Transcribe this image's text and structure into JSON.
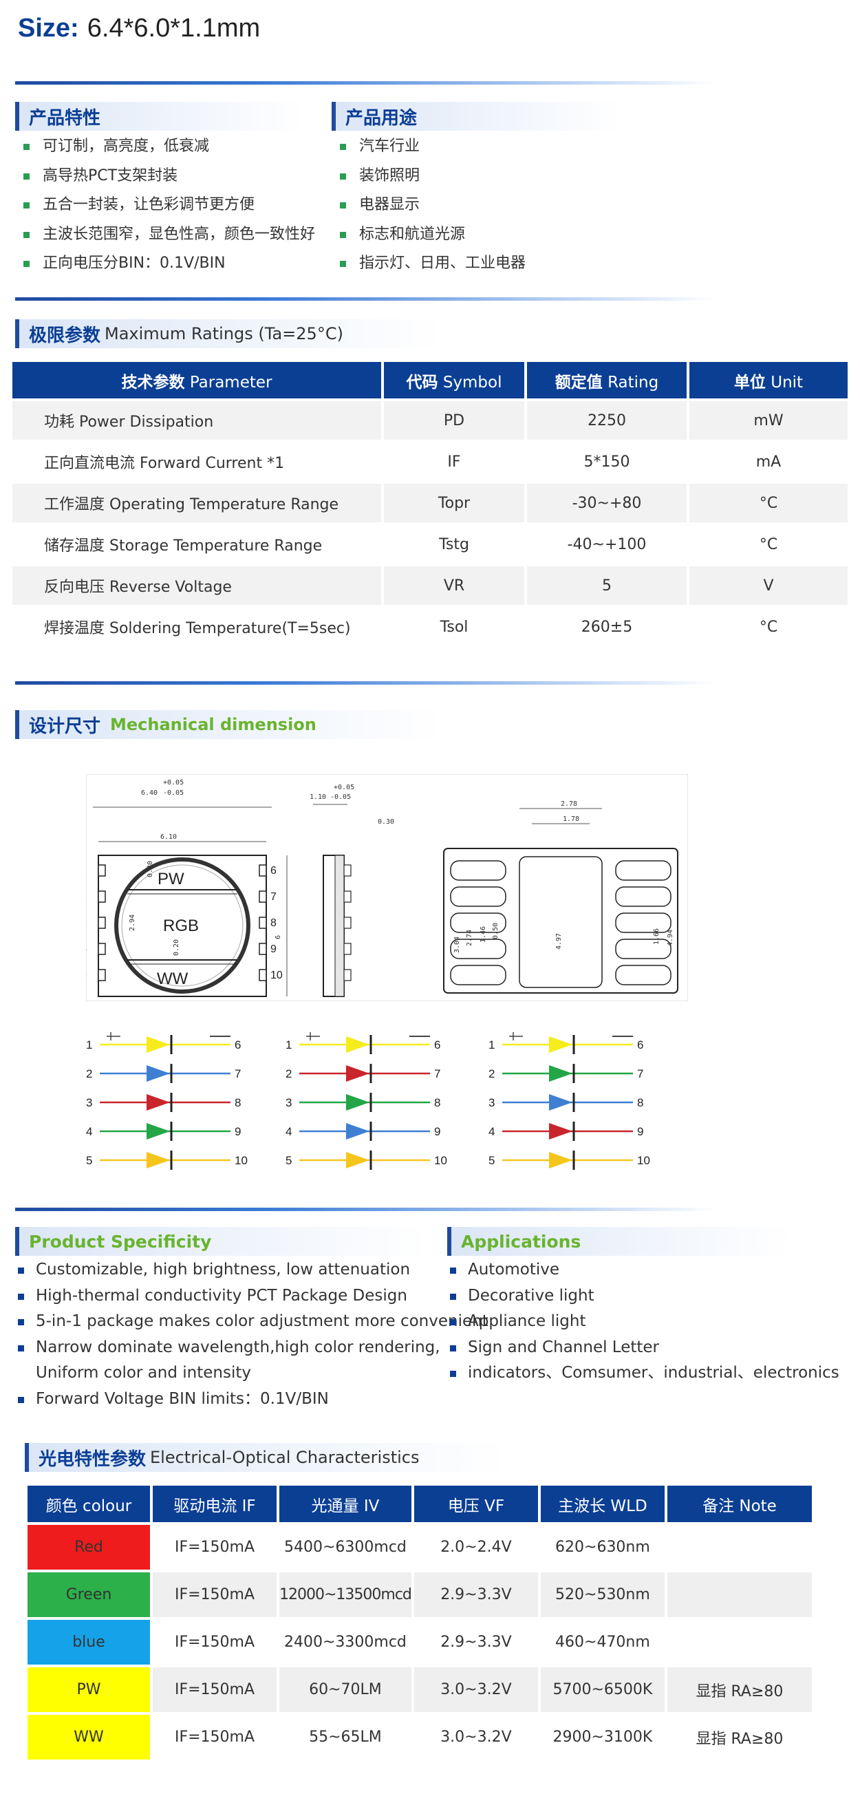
{
  "size": {
    "label": "Size:",
    "value": "6.4*6.0*1.1mm"
  },
  "features_cn": {
    "title": "产品特性",
    "items": [
      "可订制，高亮度，低衰减",
      "高导热PCT支架封装",
      "五合一封装，让色彩调节更方便",
      "主波长范围窄，显色性高，颜色一致性好",
      "正向电压分BIN：0.1V/BIN"
    ]
  },
  "applications_cn": {
    "title": "产品用途",
    "items": [
      "汽车行业",
      "装饰照明",
      "电器显示",
      "标志和航道光源",
      "指示灯、日用、工业电器"
    ]
  },
  "ratings": {
    "title_cn": "极限参数",
    "title_en": "Maximum Ratings (Ta=25°C)",
    "headers": [
      {
        "cn": "技术参数",
        "en": "Parameter"
      },
      {
        "cn": "代码",
        "en": "Symbol"
      },
      {
        "cn": "额定值",
        "en": "Rating"
      },
      {
        "cn": "单位",
        "en": "Unit"
      }
    ],
    "rows": [
      [
        "功耗 Power Dissipation",
        "PD",
        "2250",
        "mW"
      ],
      [
        "正向直流电流 Forward Current *1",
        "IF",
        "5*150",
        "mA"
      ],
      [
        "工作温度 Operating Temperature Range",
        "Topr",
        "-30~+80",
        "°C"
      ],
      [
        "储存温度 Storage Temperature Range",
        "Tstg",
        "-40~+100",
        "°C"
      ],
      [
        "反向电压 Reverse Voltage",
        "VR",
        "5",
        "V"
      ],
      [
        "焊接温度 Soldering Temperature(T=5sec)",
        "Tsol",
        "260±5",
        "°C"
      ]
    ]
  },
  "mechanical": {
    "title_cn": "设计尺寸",
    "title_en": "Mechanical dimension",
    "dims": {
      "tol_plus": "+0.05",
      "tol_minus": "-0.05",
      "width_top": "6.40",
      "width_inner": "6.10",
      "height_right": "6",
      "thick": "1.10",
      "side_small": "0.30",
      "pad_a": "2.78",
      "pad_b": "1.78",
      "d_a": "3.04",
      "d_b": "2.74",
      "d_c": "1.46",
      "d_d": "0.50",
      "d_e": "4.97",
      "d_f": "1.66",
      "d_g": "4.94",
      "d_h": "2.94",
      "d_i": "0.20",
      "d_j": "0.20"
    },
    "chip_labels": [
      "PW",
      "RGB",
      "WW"
    ],
    "left_pins": [
      "1",
      "2",
      "3",
      "4",
      "5"
    ],
    "right_pins": [
      "6",
      "7",
      "8",
      "9",
      "10"
    ],
    "circuits": [
      {
        "colors": [
          "#f6ec1c",
          "#3f7fd2",
          "#c9252c",
          "#22a647",
          "#f6c51c"
        ]
      },
      {
        "colors": [
          "#f6ec1c",
          "#c9252c",
          "#22a647",
          "#3f7fd2",
          "#f6c51c"
        ]
      },
      {
        "colors": [
          "#f6ec1c",
          "#22a647",
          "#3f7fd2",
          "#c9252c",
          "#f6c51c"
        ]
      }
    ]
  },
  "spec_en": {
    "title": "Product Specificity",
    "items": [
      "Customizable, high brightness, low attenuation",
      "High-thermal conductivity PCT Package Design",
      "5-in-1 package makes color adjustment more convenient",
      "Narrow dominate wavelength,high color rendering,",
      "Uniform color and intensity",
      "Forward Voltage BIN limits：0.1V/BIN"
    ]
  },
  "applications_en": {
    "title": "Applications",
    "items": [
      "Automotive",
      "Decorative light",
      "Appliance light",
      "Sign and Channel Letter",
      "indicators、Comsumer、industrial、electronics"
    ]
  },
  "eo": {
    "title_cn": "光电特性参数",
    "title_en": "Electrical-Optical Characteristics",
    "headers": [
      "颜色 colour",
      "驱动电流 IF",
      "光通量 IV",
      "电压 VF",
      "主波长 WLD",
      "备注 Note"
    ],
    "rows": [
      {
        "colour": "Red",
        "swatch": "#ee1c1c",
        "if": "IF=150mA",
        "iv": "5400~6300mcd",
        "vf": "2.0~2.4V",
        "wld": "620~630nm",
        "note": ""
      },
      {
        "colour": "Green",
        "swatch": "#2cb049",
        "if": "IF=150mA",
        "iv": "12000~13500mcd",
        "vf": "2.9~3.3V",
        "wld": "520~530nm",
        "note": ""
      },
      {
        "colour": "blue",
        "swatch": "#14a3e8",
        "if": "IF=150mA",
        "iv": "2400~3300mcd",
        "vf": "2.9~3.3V",
        "wld": "460~470nm",
        "note": ""
      },
      {
        "colour": "PW",
        "swatch": "#ffff00",
        "if": "IF=150mA",
        "iv": "60~70LM",
        "vf": "3.0~3.2V",
        "wld": "5700~6500K",
        "note": "显指 RA≥80"
      },
      {
        "colour": "WW",
        "swatch": "#ffff00",
        "if": "IF=150mA",
        "iv": "55~65LM",
        "vf": "3.0~3.2V",
        "wld": "2900~3100K",
        "note": "显指 RA≥80"
      }
    ]
  }
}
